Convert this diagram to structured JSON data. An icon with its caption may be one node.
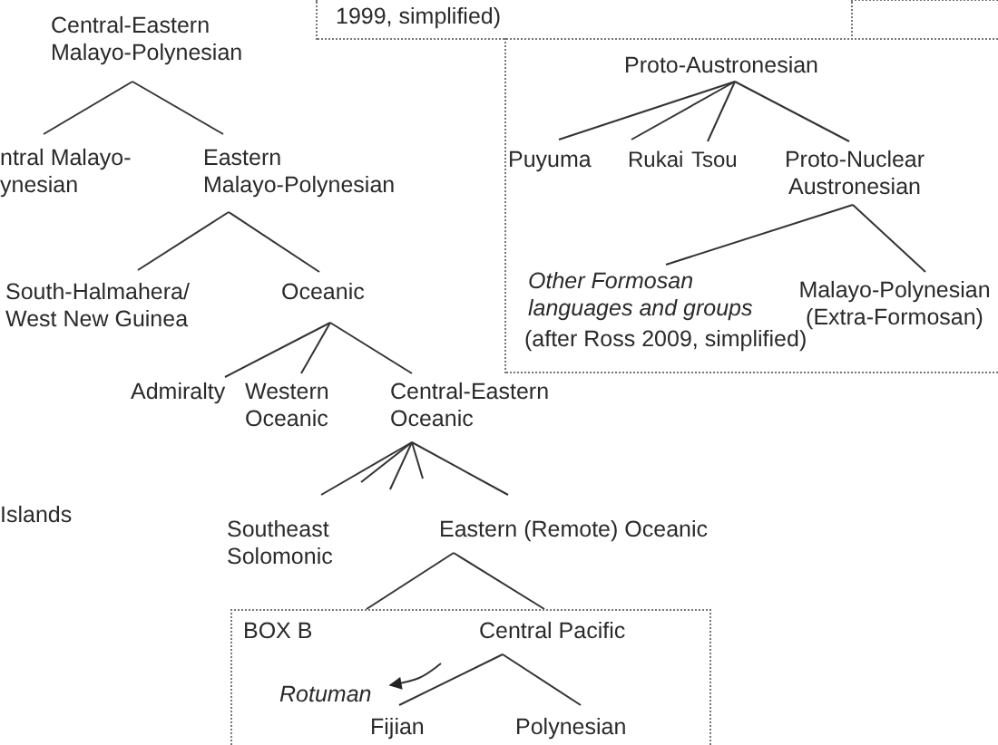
{
  "diagram": {
    "nodes": [
      {
        "text": [
          "1999, simplified)"
        ]
      },
      {
        "text": [
          "(after Ross 2009, simplified)"
        ]
      },
      {
        "text": [
          "Proto-Austronesian"
        ],
        "in": 1
      },
      {
        "text": [
          "Puyuma"
        ],
        "in": 1
      },
      {
        "text": [
          "Rukai"
        ],
        "in": 1
      },
      {
        "text": [
          "Tsou"
        ],
        "in": 1
      },
      {
        "text": [
          "Proto-Nuclear Austronesian"
        ],
        "in": 1
      },
      {
        "text": [
          "Other Formosan languages and groups"
        ],
        "in": 1
      },
      {
        "text": [
          "Malayo-Polynesian (Extra-Formosan)"
        ],
        "in": 1
      },
      {
        "text": [
          "Central-Eastern Malayo-Polynesian"
        ]
      },
      {
        "text": [
          "ntral Malayo- ynesian"
        ]
      },
      {
        "text": [
          "Eastern Malayo-Polynesian"
        ]
      },
      {
        "text": [
          "South-Halmahera/ West New Guinea"
        ]
      },
      {
        "text": [
          "Oceanic"
        ]
      },
      {
        "text": [
          "Admiralty"
        ]
      },
      {
        "text": [
          "Western Oceanic"
        ]
      },
      {
        "text": [
          "Central-Eastern Oceanic"
        ]
      },
      {
        "text": [
          "Southeast Solomonic"
        ]
      },
      {
        "text": [
          "Eastern (Remote) Oceanic"
        ]
      },
      {
        "text": [
          "BOX B"
        ]
      },
      {
        "text": [
          "Central Pacific"
        ],
        "in": 19
      },
      {
        "text": [
          "Rotuman"
        ],
        "in": 19
      },
      {
        "text": [
          "Fijian"
        ],
        "in": 19
      },
      {
        "text": [
          "Polynesian"
        ],
        "in": 19
      }
    ],
    "edges": [
      {
        "from": 2,
        "to": 3,
        "arrow": "none"
      },
      {
        "from": 2,
        "to": 4,
        "arrow": "none"
      },
      {
        "from": 2,
        "to": 5,
        "arrow": "none"
      },
      {
        "from": 2,
        "to": 6,
        "arrow": "none"
      },
      {
        "from": 6,
        "to": 7,
        "arrow": "none"
      },
      {
        "from": 6,
        "to": 8,
        "arrow": "none"
      },
      {
        "from": 9,
        "to": 10,
        "arrow": "none"
      },
      {
        "from": 9,
        "to": 11,
        "arrow": "none"
      },
      {
        "from": 11,
        "to": 12,
        "arrow": "none"
      },
      {
        "from": 11,
        "to": 13,
        "arrow": "none"
      },
      {
        "from": 13,
        "to": 14,
        "arrow": "none"
      },
      {
        "from": 13,
        "to": 15,
        "arrow": "none"
      },
      {
        "from": 13,
        "to": 16,
        "arrow": "none"
      },
      {
        "from": 16,
        "to": 17,
        "arrow": "none"
      },
      {
        "from": 16,
        "to": null,
        "arrow": "none"
      },
      {
        "from": 16,
        "to": null,
        "arrow": "none"
      },
      {
        "from": 16,
        "to": null,
        "arrow": "none"
      },
      {
        "from": 16,
        "to": 18,
        "arrow": "none"
      },
      {
        "from": 18,
        "to": 19,
        "arrow": "none"
      },
      {
        "from": 18,
        "to": 20,
        "arrow": "none"
      },
      {
        "from": 20,
        "to": 22,
        "arrow": "none"
      },
      {
        "from": 20,
        "to": 23,
        "arrow": "none"
      },
      {
        "from": null,
        "to": 21,
        "arrow": "to"
      }
    ],
    "labels": [
      "Islands"
    ]
  }
}
